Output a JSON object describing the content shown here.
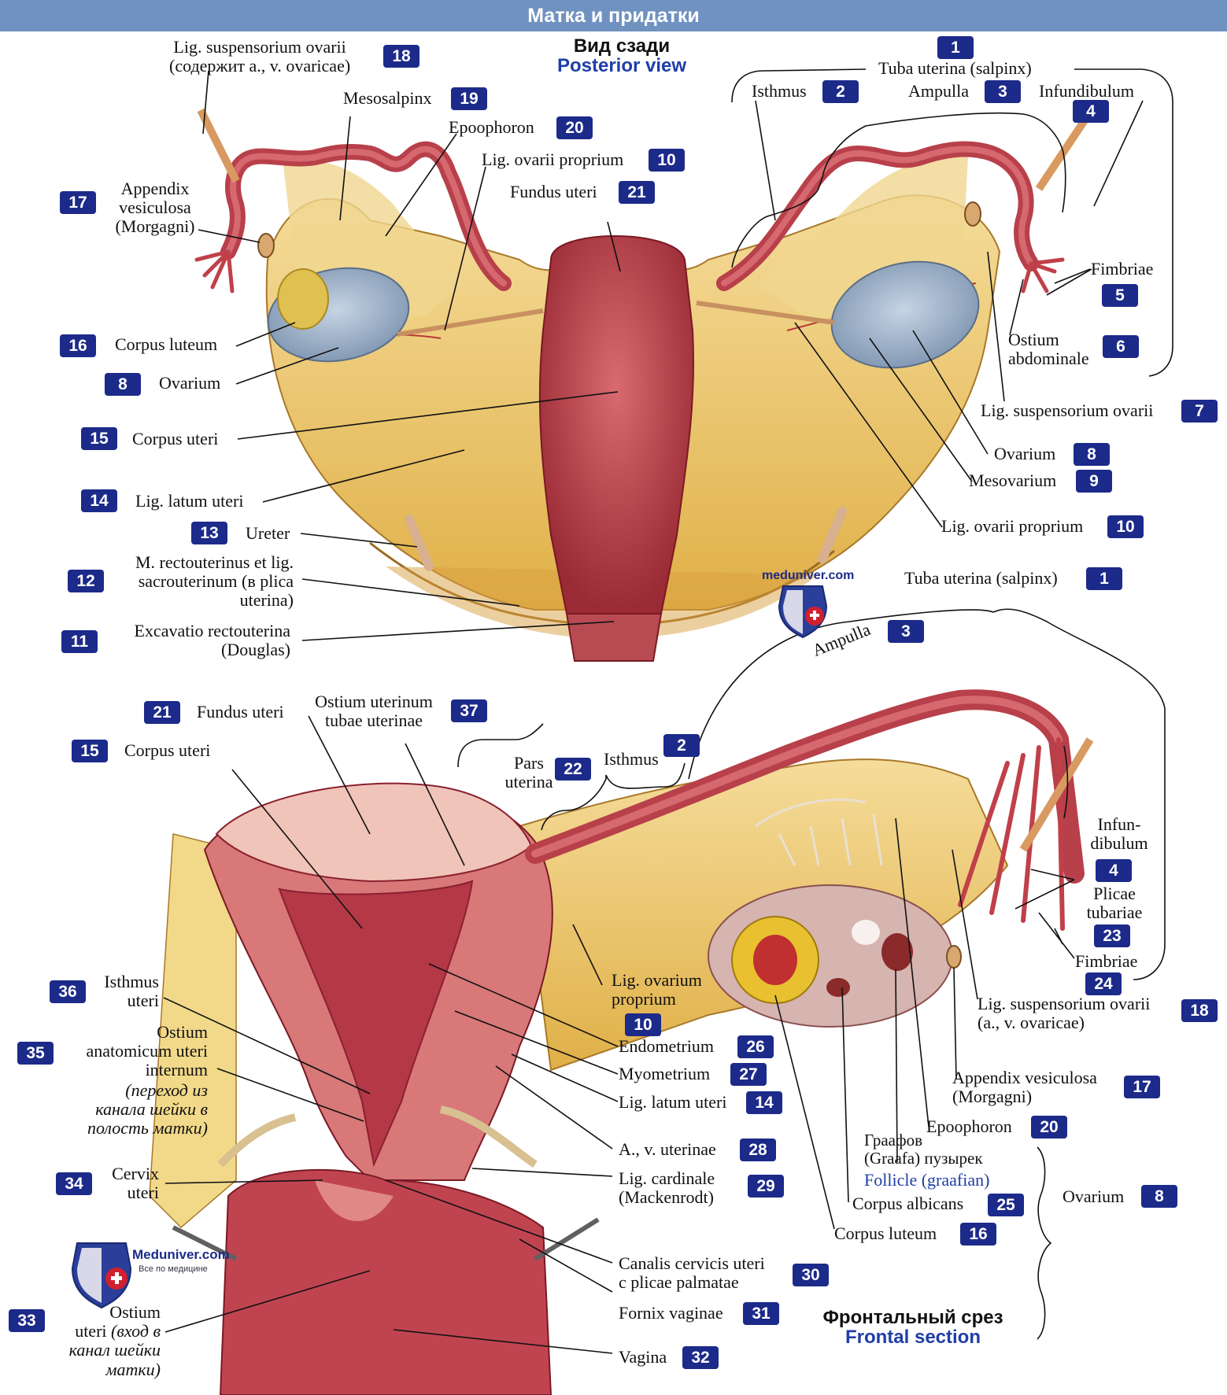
{
  "header": {
    "title": "Матка и придатки"
  },
  "views": {
    "posterior_ru": "Вид сзади",
    "posterior_en": "Posterior view",
    "frontal_ru": "Фронтальный срез",
    "frontal_en": "Frontal section"
  },
  "watermark": {
    "site": "meduniver.com",
    "site2": "Meduniver.com",
    "tagline": "Все по медицине"
  },
  "labels": {
    "t18": [
      "Lig. suspensorium ovarii",
      "(содержит a., v. ovaricae)"
    ],
    "t19": [
      "Mesosalpinx"
    ],
    "t20": [
      "Epoophoron"
    ],
    "t10": [
      "Lig. ovarii proprium"
    ],
    "t21": [
      "Fundus uteri"
    ],
    "t17": [
      "Appendix",
      "vesiculosa",
      "(Morgagni)"
    ],
    "t16": [
      "Corpus luteum"
    ],
    "t8": [
      "Ovarium"
    ],
    "t15": [
      "Corpus uteri"
    ],
    "t14": [
      "Lig. latum uteri"
    ],
    "t13": [
      "Ureter"
    ],
    "t12": [
      "M. rectouterinus et lig.",
      "sacrouterinum (в plica",
      "uterina)"
    ],
    "t11": [
      "Excavatio rectouterina",
      "(Douglas)"
    ],
    "t1": [
      "Tuba uterina (salpinx)"
    ],
    "t2": [
      "Isthmus"
    ],
    "t3": [
      "Ampulla"
    ],
    "t4": [
      "Infundibulum"
    ],
    "t5": [
      "Fimbriae"
    ],
    "t6": [
      "Ostium",
      "abdominale"
    ],
    "t7": [
      "Lig. suspensorium ovarii"
    ],
    "t8r": [
      "Ovarium"
    ],
    "t9": [
      "Mesovarium"
    ],
    "t10r": [
      "Lig. ovarii proprium"
    ],
    "t1b": [
      "Tuba uterina (salpinx)"
    ],
    "t3b": [
      "Ampulla"
    ],
    "t21b": [
      "Fundus uteri"
    ],
    "t37": [
      "Ostium uterinum",
      "tubae uterinae"
    ],
    "t15b": [
      "Corpus uteri"
    ],
    "t22": [
      "Pars",
      "uterina"
    ],
    "t2b": [
      "Isthmus"
    ],
    "t4b": [
      "Infun-",
      "dibulum"
    ],
    "t23": [
      "Plicae",
      "tubariae"
    ],
    "t24": [
      "Fimbriae"
    ],
    "t18b": [
      "Lig. suspensorium ovarii",
      "(a., v. ovaricae)"
    ],
    "t10b": [
      "Lig. ovarium",
      "proprium"
    ],
    "t36": [
      "Isthmus",
      "uteri"
    ],
    "t35": [
      "Ostium",
      "anatomicum uteri",
      "internum"
    ],
    "t35it": [
      "(переход из",
      "канала шейки в",
      "полость матки)"
    ],
    "t26": [
      "Endometrium"
    ],
    "t27": [
      "Myometrium"
    ],
    "t14b": [
      "Lig. latum uteri"
    ],
    "t17b": [
      "Appendix vesiculosa",
      "(Morgagni)"
    ],
    "t20b": [
      "Epoophoron"
    ],
    "tgraaf": [
      "Граафов",
      "(Graafa) пузырек"
    ],
    "tfoll": [
      "Follicle (graafian)"
    ],
    "t28": [
      "A., v. uterinae"
    ],
    "t29": [
      "Lig. cardinale",
      "(Mackenrodt)"
    ],
    "t34": [
      "Cervix",
      "uteri"
    ],
    "t25": [
      "Corpus albicans"
    ],
    "t8b": [
      "Ovarium"
    ],
    "t16b": [
      "Corpus luteum"
    ],
    "t30": [
      "Canalis cervicis uteri",
      "c plicae palmatae"
    ],
    "t31": [
      "Fornix vaginae"
    ],
    "t32": [
      "Vagina"
    ],
    "t33": [
      "Ostium"
    ],
    "t33b": [
      "uteri"
    ],
    "t33it": [
      "(вход в",
      "канал шейки",
      "матки)"
    ]
  },
  "numbers": {
    "n18": "18",
    "n19": "19",
    "n20": "20",
    "n10": "10",
    "n21": "21",
    "n17": "17",
    "n16": "16",
    "n8": "8",
    "n15": "15",
    "n14": "14",
    "n13": "13",
    "n12": "12",
    "n11": "11",
    "n1": "1",
    "n2": "2",
    "n3": "3",
    "n4": "4",
    "n5": "5",
    "n6": "6",
    "n7": "7",
    "n8r": "8",
    "n9": "9",
    "n10r": "10",
    "n1b": "1",
    "n3b": "3",
    "n21b": "21",
    "n37": "37",
    "n15b": "15",
    "n22": "22",
    "n2b": "2",
    "n4b": "4",
    "n23": "23",
    "n24": "24",
    "n18b": "18",
    "n10b": "10",
    "n36": "36",
    "n35": "35",
    "n26": "26",
    "n27": "27",
    "n14b": "14",
    "n17b": "17",
    "n20b": "20",
    "n28": "28",
    "n29": "29",
    "n34": "34",
    "n25": "25",
    "n8b": "8",
    "n16b": "16",
    "n30": "30",
    "n31": "31",
    "n32": "32",
    "n33": "33"
  },
  "colors": {
    "header_bg": "#7092c0",
    "badge": "#1c2a8a",
    "muscle": "#b8404a",
    "ligament": "#e8c060",
    "ovary": "#9fb4cc"
  }
}
